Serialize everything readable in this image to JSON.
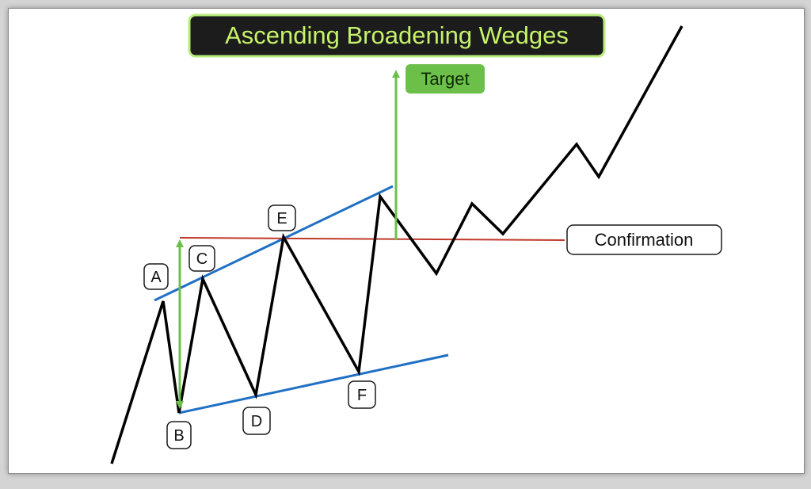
{
  "title": "Ascending Broadening Wedges",
  "target_label": "Target",
  "confirmation_label": "Confirmation",
  "points": {
    "A": "A",
    "B": "B",
    "C": "C",
    "D": "D",
    "E": "E",
    "F": "F"
  },
  "colors": {
    "price_line": "#000000",
    "trend_lines": "#1f6fc5",
    "confirmation_line": "#c0392b",
    "target_arrow": "#6cc04a",
    "title_bg": "#1c1c1c",
    "title_text": "#c6f26b",
    "title_border": "#b7ec7a",
    "target_bg": "#6cc04a",
    "target_text": "#0d2a05",
    "page_bg": "#d4d4d4"
  }
}
